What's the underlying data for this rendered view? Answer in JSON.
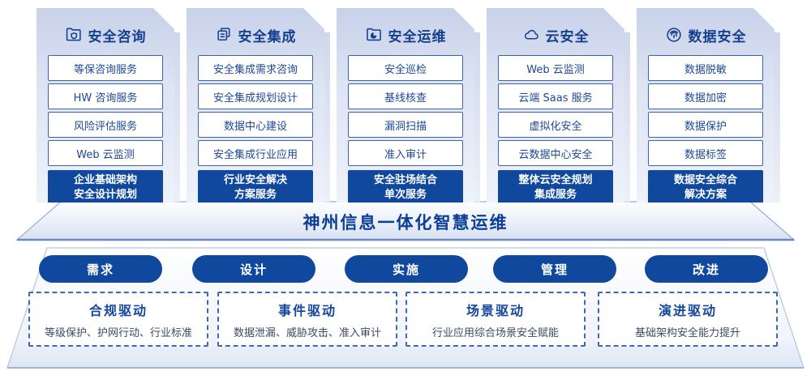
{
  "colors": {
    "primary_blue": "#10489e",
    "header_text": "#16408e",
    "item_border": "#3c64ae",
    "item_text": "#1d4796",
    "card_gradient_top": "#c7d1e9",
    "card_gradient_bottom": "#eef2fa",
    "dashed_border": "#3d68b5",
    "driver_desc_text": "#3e4a63"
  },
  "columns": [
    {
      "title": "安全咨询",
      "icon": "folder-shield-icon",
      "items": [
        "等保咨询服务",
        "HW 咨询服务",
        "风险评估服务",
        "Web 云监测"
      ],
      "footer_lines": [
        "企业基础架构",
        "安全设计规划"
      ]
    },
    {
      "title": "安全集成",
      "icon": "documents-icon",
      "items": [
        "安全集成需求咨询",
        "安全集成规划设计",
        "数据中心建设",
        "安全集成行业应用"
      ],
      "footer_lines": [
        "行业安全解决",
        "方案服务"
      ]
    },
    {
      "title": "安全运维",
      "icon": "folder-chart-icon",
      "items": [
        "安全巡检",
        "基线核查",
        "漏洞扫描",
        "准入审计"
      ],
      "footer_lines": [
        "安全驻场结合",
        "单次服务"
      ]
    },
    {
      "title": "云安全",
      "icon": "cloud-icon",
      "items": [
        "Web 云监测",
        "云端 Saas 服务",
        "虚拟化安全",
        "云数据中心安全"
      ],
      "footer_lines": [
        "整体云安全规划",
        "集成服务"
      ]
    },
    {
      "title": "数据安全",
      "icon": "fingerprint-icon",
      "items": [
        "数据脱敏",
        "数据加密",
        "数据保护",
        "数据标签"
      ],
      "footer_lines": [
        "数据安全综合",
        "解决方案"
      ]
    }
  ],
  "platform": {
    "title": "神州信息一体化智慧运维"
  },
  "phases": [
    "需求",
    "设计",
    "实施",
    "管理",
    "改进"
  ],
  "drivers": [
    {
      "title": "合规驱动",
      "desc": "等级保护、护网行动、行业标准"
    },
    {
      "title": "事件驱动",
      "desc": "数据泄漏、威胁攻击、准入审计"
    },
    {
      "title": "场景驱动",
      "desc": "行业应用综合场景安全赋能"
    },
    {
      "title": "演进驱动",
      "desc": "基础架构安全能力提升"
    }
  ]
}
